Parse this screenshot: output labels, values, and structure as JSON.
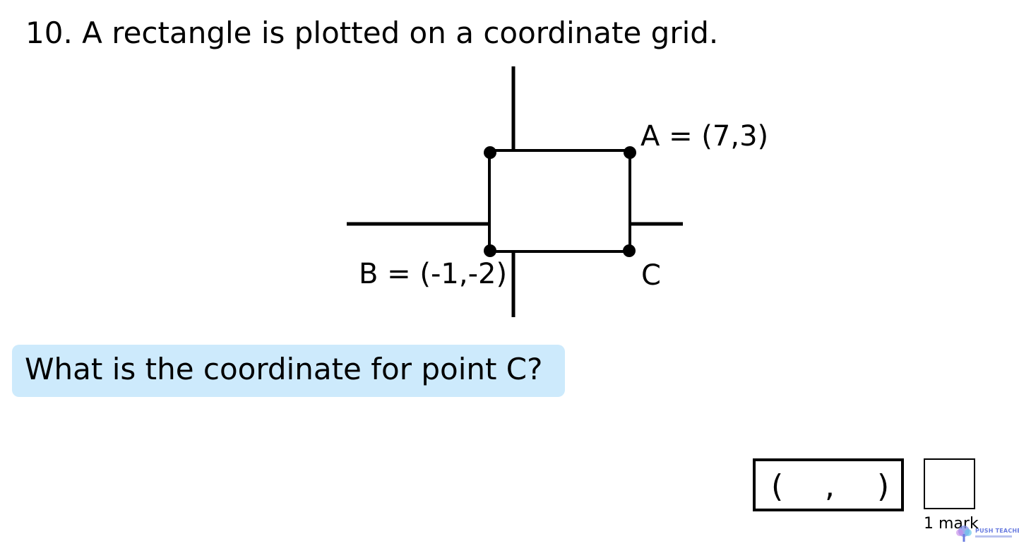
{
  "question": {
    "title": "10. A rectangle is plotted on a coordinate grid.",
    "prompt": "What is the coordinate for point C?"
  },
  "diagram": {
    "point_a_label": "A = (7,3)",
    "point_b_label": "B = (-1,-2)",
    "point_c_label": "C"
  },
  "answer": {
    "open_paren": "(",
    "comma": ",",
    "close_paren": ")"
  },
  "marks": {
    "label": "1 mark"
  },
  "logo": {
    "name": "PUSH TEACHER"
  },
  "colors": {
    "prompt_background": "#cdeafc",
    "logo_accent": "#6b7de0"
  }
}
